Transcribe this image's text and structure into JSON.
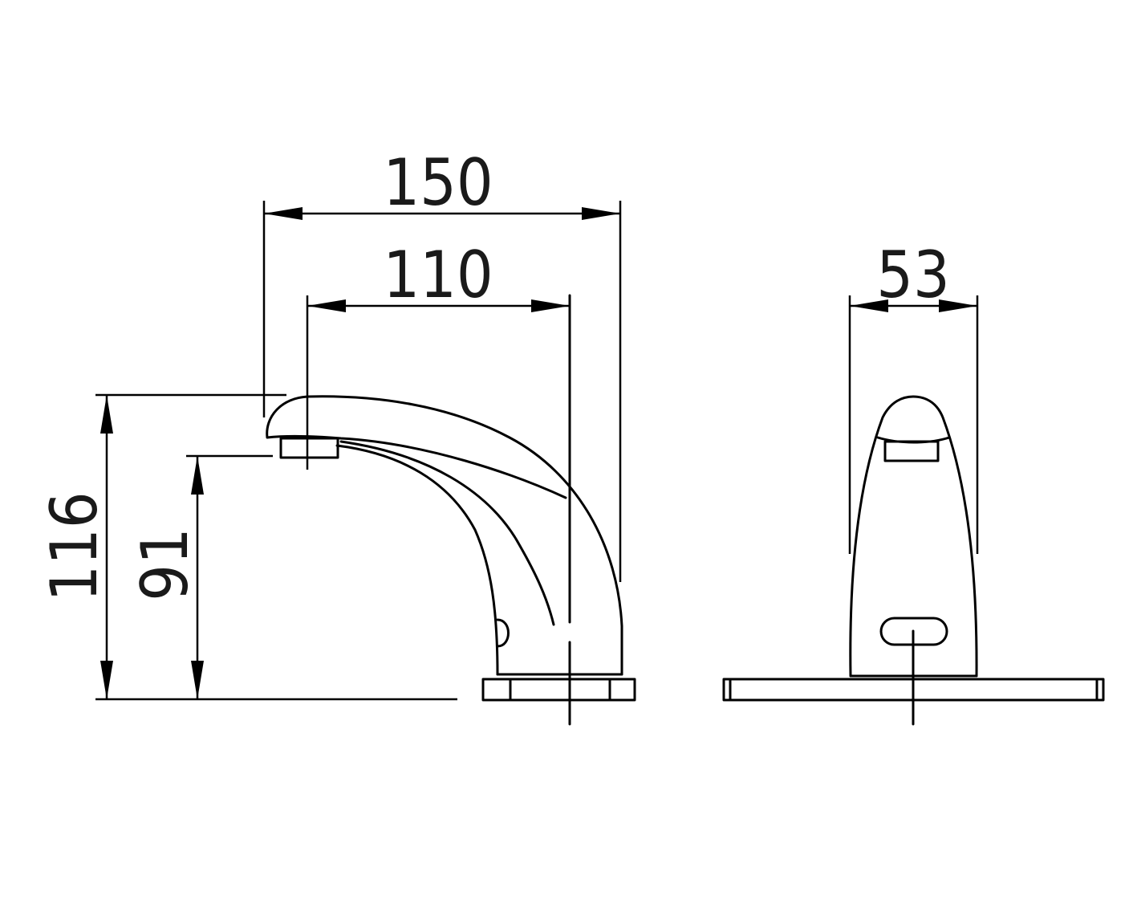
{
  "dimensions": {
    "overall_length": "150",
    "spout_reach": "110",
    "body_width": "53",
    "overall_height": "116",
    "outlet_height": "91"
  }
}
